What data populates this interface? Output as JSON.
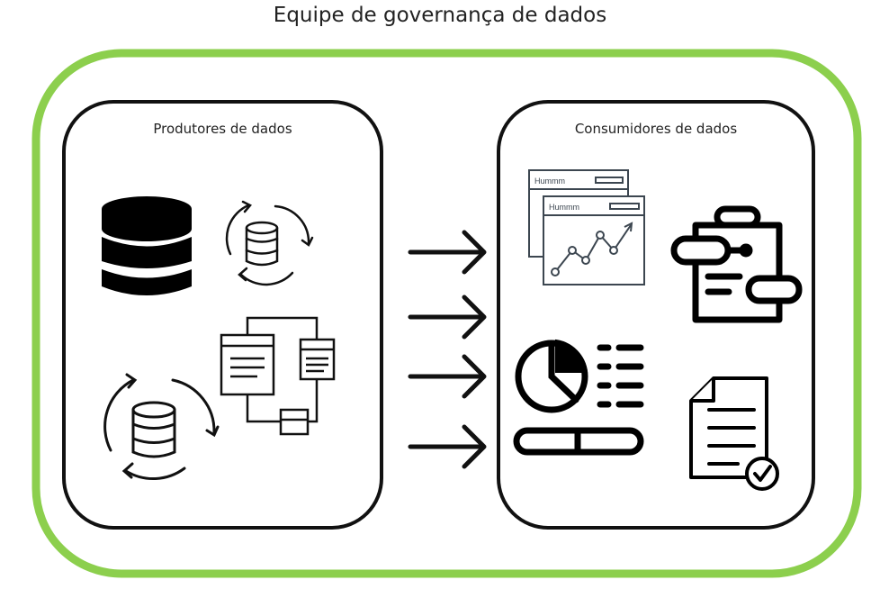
{
  "title": "Equipe de governança de dados",
  "producers": {
    "label": "Produtores de dados"
  },
  "consumers": {
    "label": "Consumidores de dados"
  },
  "dashboard": {
    "window_title_back": "Hummm",
    "window_title_front": "Hummm"
  },
  "colors": {
    "outer_border": "#8ccf4d",
    "inner_border": "#111111"
  }
}
